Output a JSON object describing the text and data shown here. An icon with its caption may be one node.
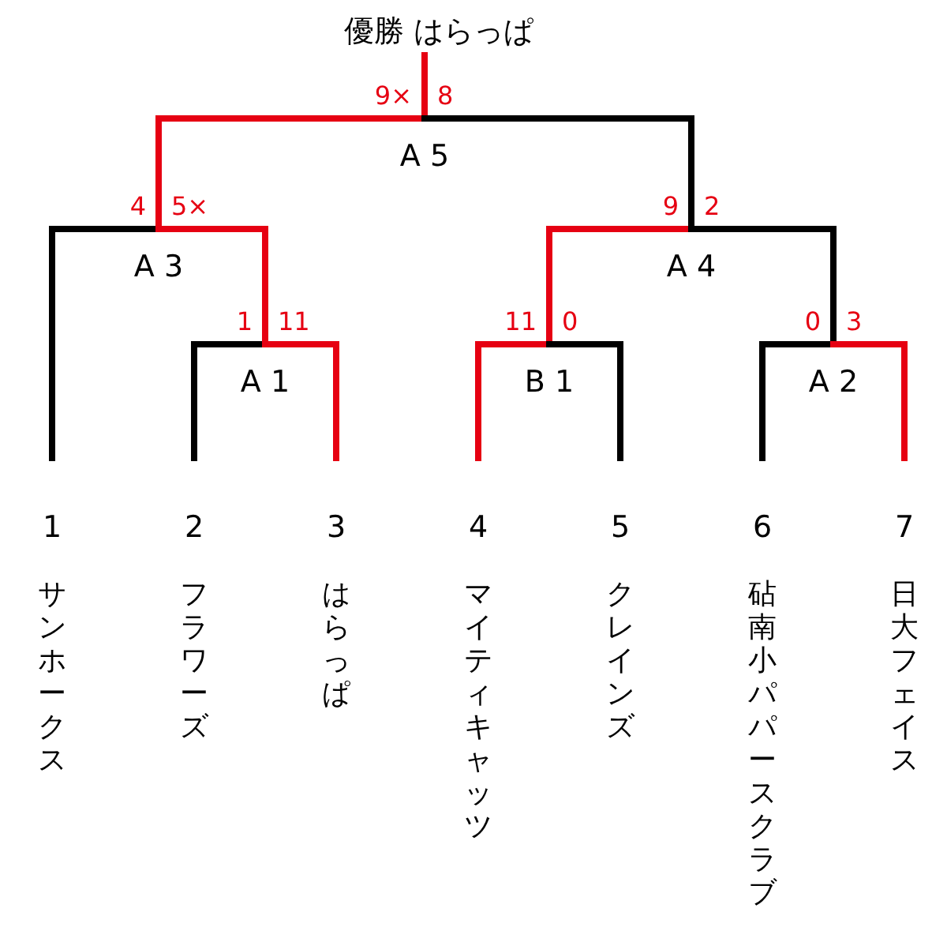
{
  "diagram": {
    "nodes": [
      {
        "text": [
          "優勝 はらっぱ"
        ]
      },
      {
        "text": [
          "A 5"
        ]
      },
      {
        "text": [
          "A 3"
        ]
      },
      {
        "text": [
          "A 4"
        ]
      },
      {
        "text": [
          "A 1"
        ]
      },
      {
        "text": [
          "B 1"
        ]
      },
      {
        "text": [
          "A 2"
        ]
      },
      {
        "text": [
          "1",
          "サンホークス"
        ]
      },
      {
        "text": [
          "2",
          "フラワーズ"
        ]
      },
      {
        "text": [
          "3",
          "はらっぱ"
        ]
      },
      {
        "text": [
          "4",
          "マイティキャッツ"
        ]
      },
      {
        "text": [
          "5",
          "クレインズ"
        ]
      },
      {
        "text": [
          "6",
          "砧南小パパースクラブ"
        ]
      },
      {
        "text": [
          "7",
          "日大フェイス"
        ]
      }
    ],
    "edges": [
      {
        "from": 1,
        "to": 0,
        "arrow": "none",
        "color": "#e60012"
      },
      {
        "from": 2,
        "to": 1,
        "arrow": "none",
        "label": "9×",
        "color": "#e60012"
      },
      {
        "from": 3,
        "to": 1,
        "arrow": "none",
        "label": "8",
        "color": "#000000"
      },
      {
        "from": 7,
        "to": 2,
        "arrow": "none",
        "label": "4",
        "color": "#000000"
      },
      {
        "from": 4,
        "to": 2,
        "arrow": "none",
        "label": "5×",
        "color": "#e60012"
      },
      {
        "from": 5,
        "to": 3,
        "arrow": "none",
        "label": "9",
        "color": "#e60012"
      },
      {
        "from": 6,
        "to": 3,
        "arrow": "none",
        "label": "2",
        "color": "#000000"
      },
      {
        "from": 8,
        "to": 4,
        "arrow": "none",
        "label": "1",
        "color": "#000000"
      },
      {
        "from": 9,
        "to": 4,
        "arrow": "none",
        "label": "11",
        "color": "#e60012"
      },
      {
        "from": 10,
        "to": 5,
        "arrow": "none",
        "label": "11",
        "color": "#e60012"
      },
      {
        "from": 11,
        "to": 5,
        "arrow": "none",
        "label": "0",
        "color": "#000000"
      },
      {
        "from": 12,
        "to": 6,
        "arrow": "none",
        "label": "0",
        "color": "#000000"
      },
      {
        "from": 13,
        "to": 6,
        "arrow": "none",
        "label": "3",
        "color": "#e60012"
      }
    ]
  }
}
